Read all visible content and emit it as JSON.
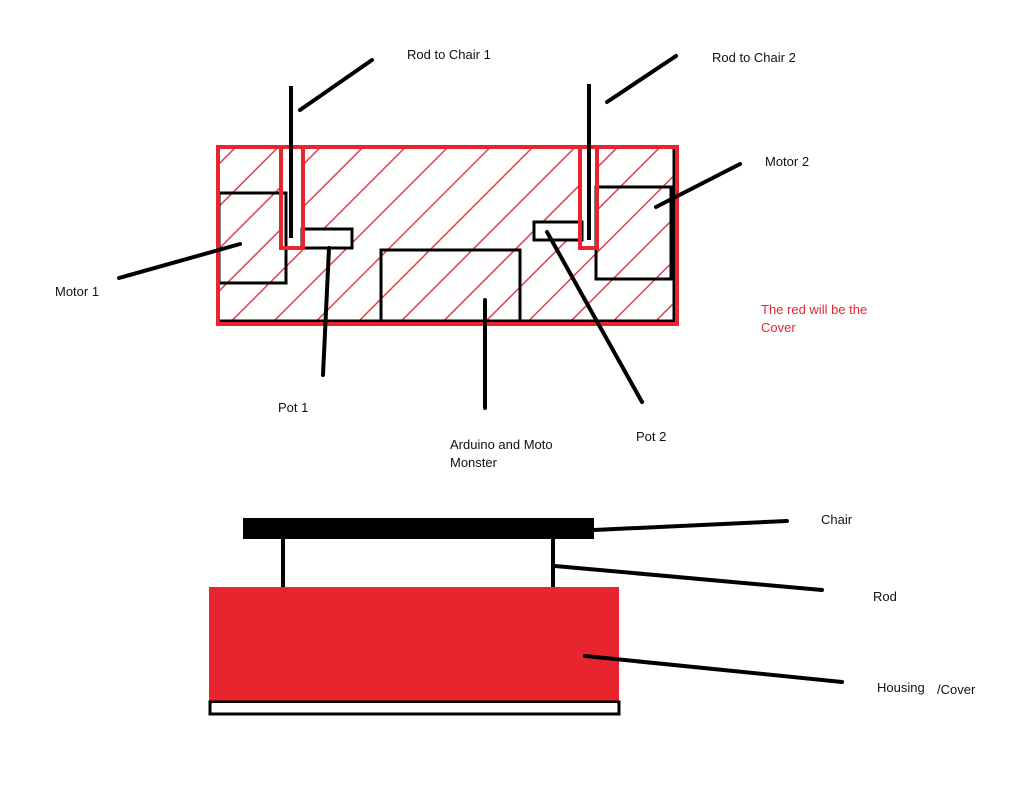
{
  "labels": {
    "rod_to_chair_1": "Rod to Chair 1",
    "rod_to_chair_2": "Rod to Chair 2",
    "motor_1": "Motor 1",
    "motor_2": "Motor 2",
    "pot_1": "Pot 1",
    "pot_2": "Pot 2",
    "arduino": "Arduino and Moto\nMonster",
    "cover_note": "The red will be the\nCover",
    "chair": "Chair",
    "rod": "Rod",
    "housing": "Housing",
    "cover": "/Cover"
  },
  "colors": {
    "cover_red": "#e8252e",
    "ink": "#000000",
    "hatch": "#e04049"
  }
}
